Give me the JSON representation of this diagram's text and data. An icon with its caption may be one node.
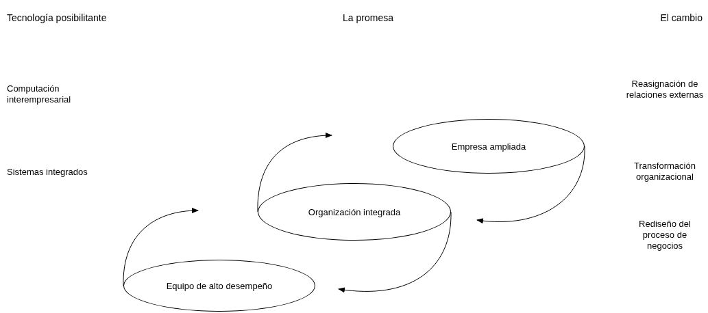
{
  "diagram": {
    "nodes": [
      {
        "text": [
          "Empresa ampliada"
        ]
      },
      {
        "text": [
          "Organización integrada"
        ]
      },
      {
        "text": [
          "Equipo de alto desempeño"
        ]
      }
    ],
    "edges": [
      {
        "from": 2,
        "to": null,
        "arrow": "to"
      },
      {
        "from": 1,
        "to": null,
        "arrow": "to"
      },
      {
        "from": 0,
        "to": null,
        "arrow": "to"
      },
      {
        "from": 1,
        "to": null,
        "arrow": "to"
      }
    ],
    "labels": [
      "Tecnología posibilitante",
      "La promesa",
      "El cambio",
      "Computación interempresarial",
      "Reasignación de relaciones externas",
      "Sistemas integrados",
      "Transformación organizacional",
      "Rediseño del proceso de negocios"
    ]
  }
}
